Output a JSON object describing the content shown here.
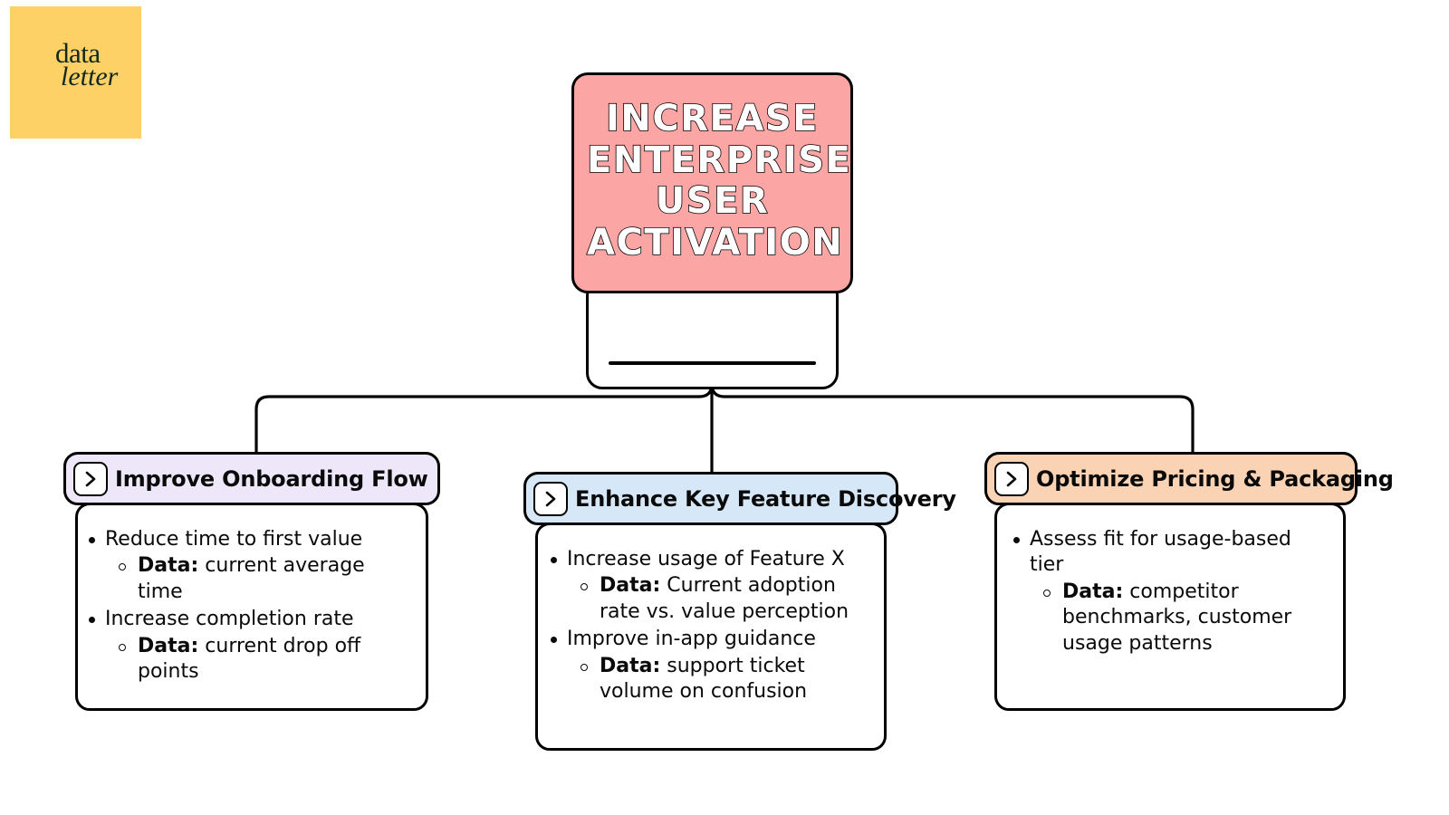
{
  "brand": {
    "logo_line_1": "data",
    "logo_line_2": "letter",
    "logo_bg": "#FED167",
    "logo_ink": "#10281f"
  },
  "root": {
    "title": "INCREASE\nENTERPRISE\nUSER\nACTIVATION",
    "color": "#FCA5A5"
  },
  "nodes": [
    {
      "id": "onboarding",
      "title": "Improve Onboarding Flow",
      "color": "#EDE7F9",
      "icon": "chevron-right-icon",
      "items": [
        {
          "text": "Reduce time to first value",
          "sub": [
            {
              "label": "Data:",
              "text": "current average time"
            }
          ]
        },
        {
          "text": "Increase completion rate",
          "sub": [
            {
              "label": "Data:",
              "text": "current drop off points"
            }
          ]
        }
      ]
    },
    {
      "id": "discovery",
      "title": "Enhance Key Feature Discovery",
      "color": "#D6E8F7",
      "icon": "chevron-right-icon",
      "items": [
        {
          "text": "Increase usage of Feature X",
          "sub": [
            {
              "label": "Data:",
              "text": "Current adoption rate vs. value perception"
            }
          ]
        },
        {
          "text": "Improve in-app guidance",
          "sub": [
            {
              "label": "Data:",
              "text": "support ticket volume on confusion"
            }
          ]
        }
      ]
    },
    {
      "id": "pricing",
      "title": "Optimize Pricing & Packaging",
      "color": "#FAD2B4",
      "icon": "chevron-right-icon",
      "items": [
        {
          "text": "Assess fit for usage-based tier",
          "sub": [
            {
              "label": "Data:",
              "text": "competitor benchmarks, customer usage patterns"
            }
          ]
        }
      ]
    }
  ]
}
